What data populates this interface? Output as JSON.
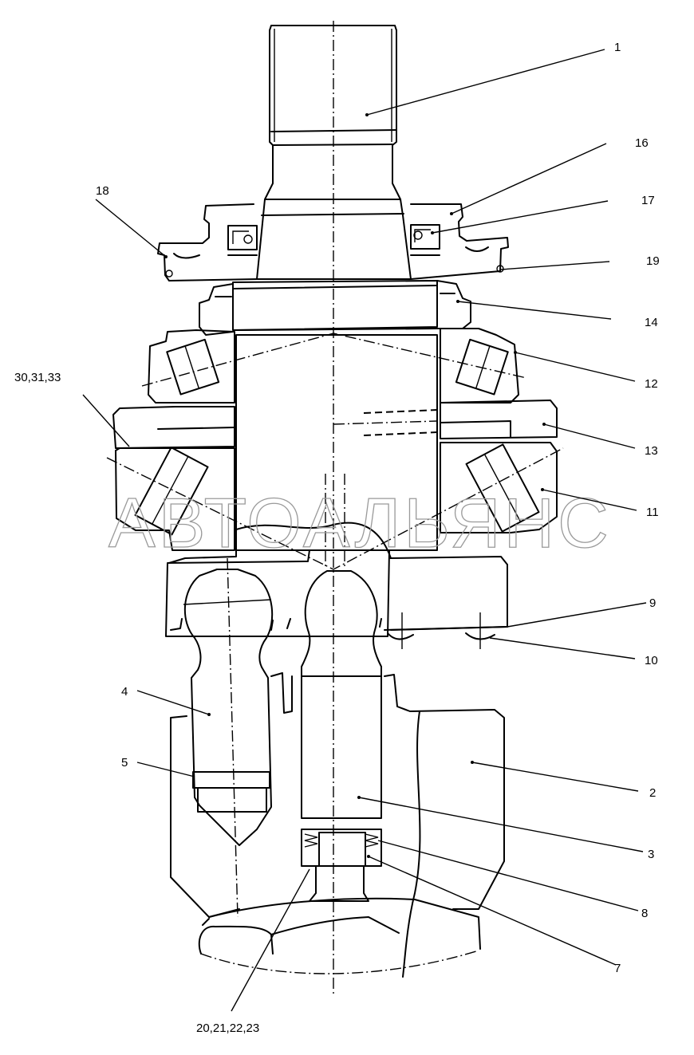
{
  "title": "Axial piston unit assembly – exploded section",
  "watermark": "АВТОАЛЬЯНС",
  "callouts": [
    {
      "id": "c1",
      "label": "1"
    },
    {
      "id": "c16",
      "label": "16"
    },
    {
      "id": "c18",
      "label": "18"
    },
    {
      "id": "c17",
      "label": "17"
    },
    {
      "id": "c19",
      "label": "19"
    },
    {
      "id": "c14",
      "label": "14"
    },
    {
      "id": "c12",
      "label": "12"
    },
    {
      "id": "c30",
      "label": "30,31,33"
    },
    {
      "id": "c13",
      "label": "13"
    },
    {
      "id": "c11",
      "label": "11"
    },
    {
      "id": "c9",
      "label": "9"
    },
    {
      "id": "c10",
      "label": "10"
    },
    {
      "id": "c4",
      "label": "4"
    },
    {
      "id": "c5",
      "label": "5"
    },
    {
      "id": "c2",
      "label": "2"
    },
    {
      "id": "c3",
      "label": "3"
    },
    {
      "id": "c8",
      "label": "8"
    },
    {
      "id": "c7",
      "label": "7"
    },
    {
      "id": "c20",
      "label": "20,21,22,23"
    }
  ]
}
